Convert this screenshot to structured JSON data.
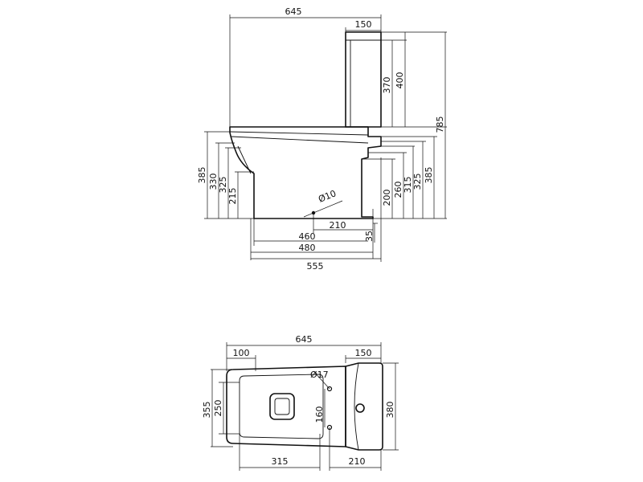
{
  "side_view": {
    "dimensions": {
      "total_width": "645",
      "cistern_depth": "150",
      "cistern_height": "370",
      "cistern_top_height": "400",
      "total_height": "785",
      "rim_height_left": "385",
      "height_330": "330",
      "height_325_left": "325",
      "height_215": "215",
      "height_200": "200",
      "height_260": "260",
      "height_315": "315",
      "height_325_right": "325",
      "height_385_right": "385",
      "fixing_hole_dia": "Ø10",
      "fixing_offset": "210",
      "base_height": "35",
      "foot_width_460": "460",
      "foot_width_480": "480",
      "base_length": "555"
    }
  },
  "top_view": {
    "dimensions": {
      "total_width": "645",
      "front_offset": "100",
      "cistern_depth": "150",
      "hole_dia": "Ø17",
      "width_355": "355",
      "width_250": "250",
      "offset_160": "160",
      "cistern_width": "380",
      "bowl_length": "315",
      "rear_offset": "210"
    }
  }
}
